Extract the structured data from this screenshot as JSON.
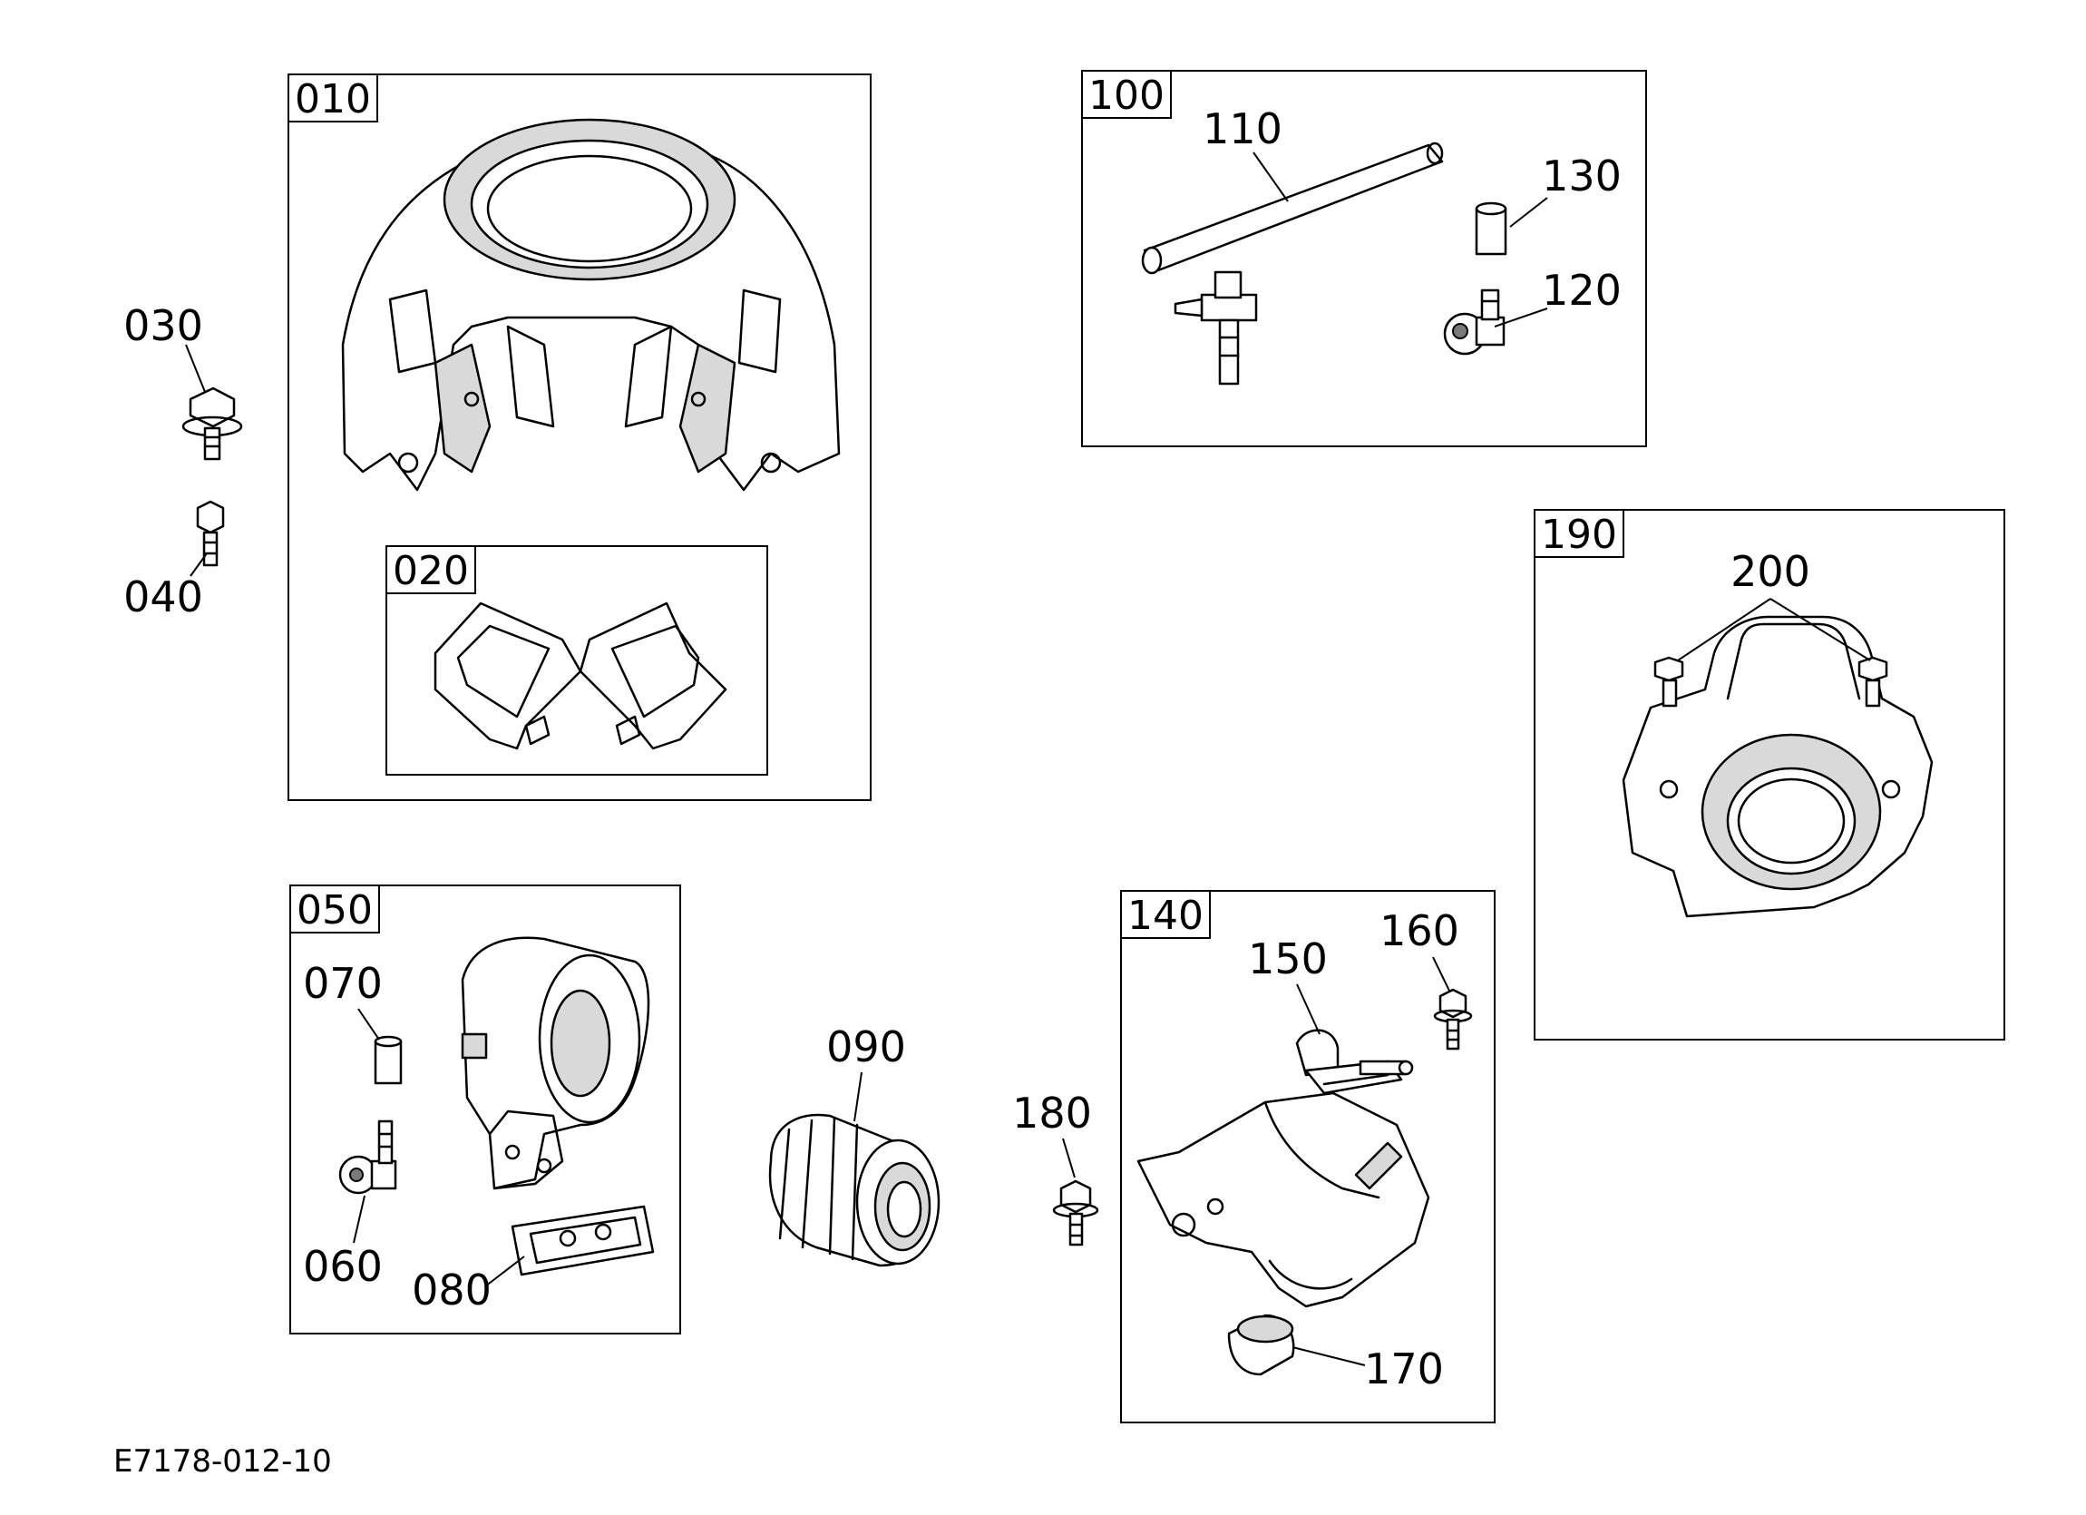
{
  "drawing_code": "E7178-012-10",
  "groups": {
    "g010": {
      "tag": "010"
    },
    "g020": {
      "tag": "020"
    },
    "g050": {
      "tag": "050"
    },
    "g100": {
      "tag": "100"
    },
    "g140": {
      "tag": "140"
    },
    "g190": {
      "tag": "190"
    }
  },
  "callouts": {
    "c030": "030",
    "c040": "040",
    "c060": "060",
    "c070": "070",
    "c080": "080",
    "c090": "090",
    "c110": "110",
    "c120": "120",
    "c130": "130",
    "c150": "150",
    "c160": "160",
    "c170": "170",
    "c180": "180",
    "c200": "200"
  }
}
